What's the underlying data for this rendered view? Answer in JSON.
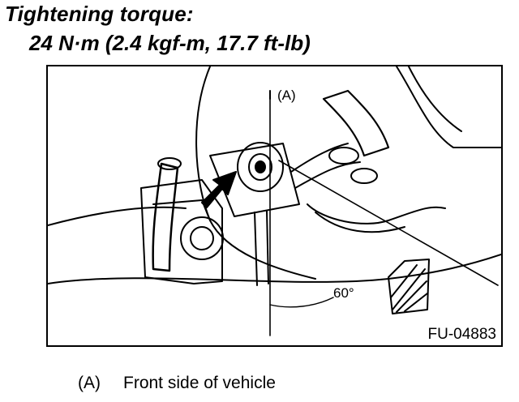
{
  "torque": {
    "heading": "Tightening torque:",
    "value": "24 N·m (2.4 kgf-m, 17.7 ft-lb)"
  },
  "figure": {
    "code": "FU-04883",
    "label_a": "(A)",
    "angle_label": "60°"
  },
  "legend": {
    "key": "(A)",
    "text": "Front side of vehicle"
  }
}
